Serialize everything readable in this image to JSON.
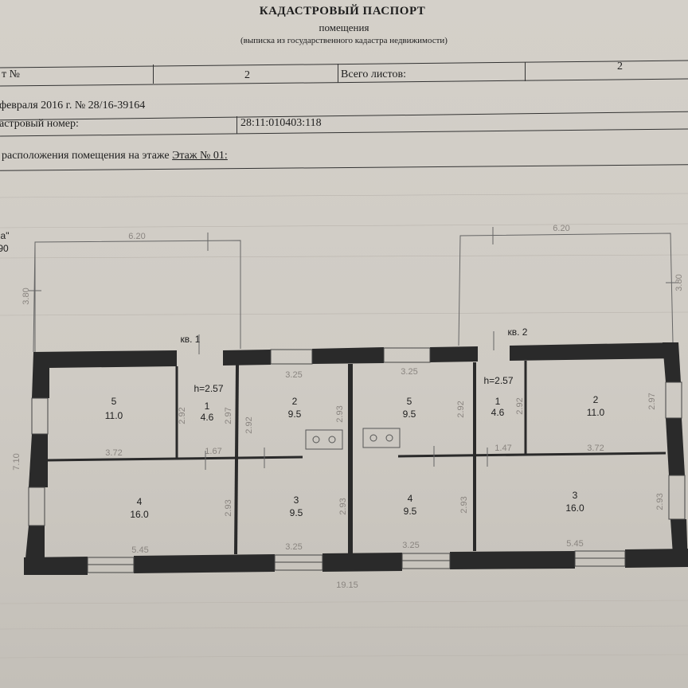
{
  "header": {
    "title": "КАДАСТРОВЫЙ ПАСПОРТ",
    "subtitle": "помещения",
    "note": "(выписка из государственного кадастра недвижимости)"
  },
  "fields": {
    "sheet_label": "т №",
    "sheet_value": "2",
    "total_sheets_label": "Всего листов:",
    "total_sheets_value": "2",
    "date_number": "февраля 2016 г. № 28/16-39164",
    "cadastral_label": "астровый номер:",
    "cadastral_value": "28:11:010403:118",
    "plan_caption_prefix": "расположения помещения на этаже",
    "plan_caption_floor": "Этаж № 01:"
  },
  "plan": {
    "edge_labels": [
      "а\"",
      "90"
    ],
    "apartments": [
      "кв. 1",
      "кв. 2"
    ],
    "heights": [
      "h=2.57",
      "h=2.57"
    ],
    "rooms": [
      {
        "num": "5",
        "area": "11.0"
      },
      {
        "num": "1",
        "area": "4.6"
      },
      {
        "num": "2",
        "area": "9.5"
      },
      {
        "num": "5",
        "area": "9.5"
      },
      {
        "num": "1",
        "area": "4.6"
      },
      {
        "num": "2",
        "area": "11.0"
      },
      {
        "num": "4",
        "area": "16.0"
      },
      {
        "num": "3",
        "area": "9.5"
      },
      {
        "num": "4",
        "area": "9.5"
      },
      {
        "num": "3",
        "area": "16.0"
      }
    ],
    "dimensions": {
      "porch_left_width": "6.20",
      "porch_right_width": "6.20",
      "porch_left_depth": "3.80",
      "porch_right_depth": "3.80",
      "total_length": "19.15",
      "left_height": "7.10",
      "inner": [
        "3.72",
        "1.67",
        "3.25",
        "3.25",
        "1.47",
        "3.72",
        "5.45",
        "3.25",
        "3.25",
        "5.45",
        "2.93",
        "2.93",
        "2.93",
        "2.93",
        "2.92",
        "2.97",
        "2.92",
        "2.92",
        "2.97",
        "2.92",
        "2.93"
      ]
    }
  }
}
